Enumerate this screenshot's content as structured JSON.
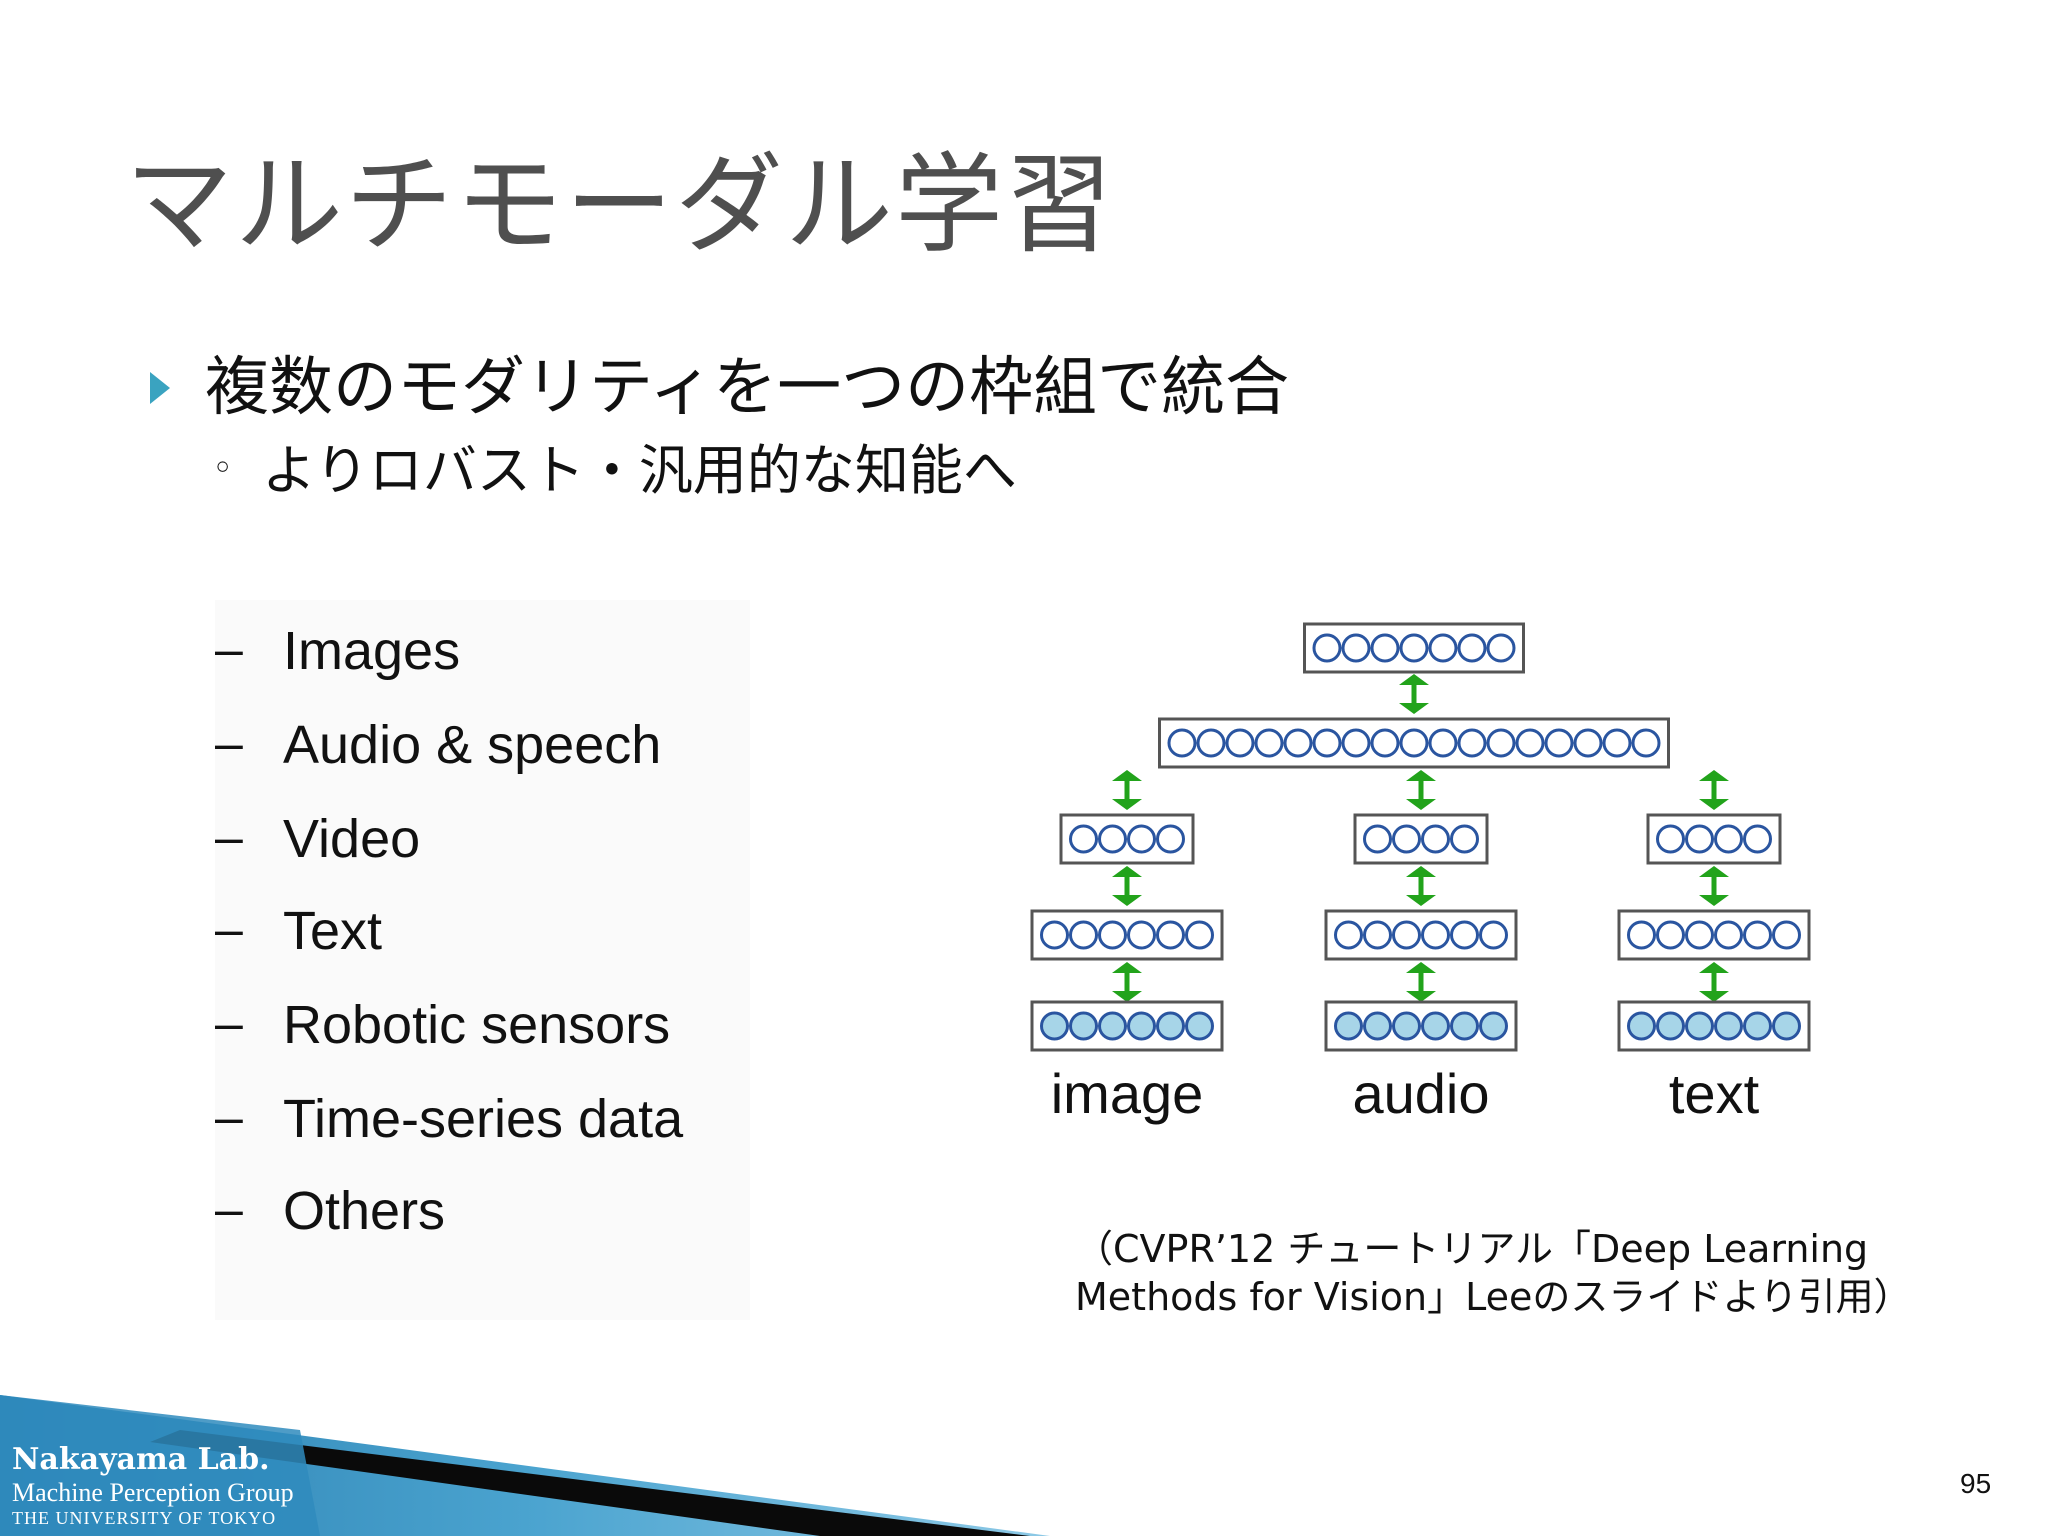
{
  "slide": {
    "title": "マルチモーダル学習",
    "bullet1": "複数のモダリティを一つの枠組で統合",
    "bullet2_mark": "◦",
    "bullet2": "よりロバスト・汎用的な知能へ",
    "page_number": "95"
  },
  "modalities": [
    {
      "dash": "–",
      "label": "Images"
    },
    {
      "dash": "–",
      "label": "Audio & speech"
    },
    {
      "dash": "–",
      "label": "Video"
    },
    {
      "dash": "–",
      "label": "Text"
    },
    {
      "dash": "–",
      "label": "Robotic sensors"
    },
    {
      "dash": "–",
      "label": "Time-series data"
    },
    {
      "dash": "–",
      "label": "Others"
    }
  ],
  "diagram": {
    "labels": {
      "image": "image",
      "audio": "audio",
      "text": "text"
    },
    "colors": {
      "arrow": "#22a31b",
      "unit_border": "#2a55a0",
      "input_fill": "#a7d5e8",
      "box_border": "#555555"
    }
  },
  "caption": {
    "line1": "（CVPR’12 チュートリアル「Deep Learning",
    "line2": "Methods for Vision」Leeのスライドより引用）"
  },
  "footer": {
    "lab_name": "Nakayama Lab.",
    "group": "Machine Perception Group",
    "university": "THE UNIVERSITY OF TOKYO"
  }
}
